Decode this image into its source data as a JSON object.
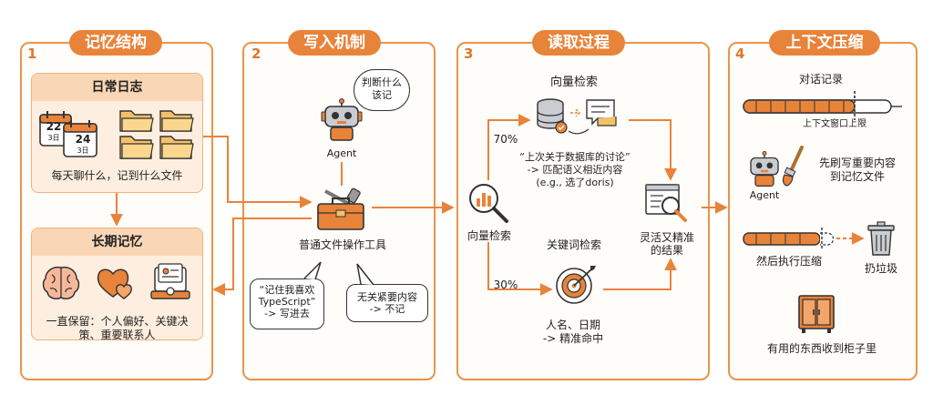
{
  "panels": [
    {
      "num": "1",
      "title": "记忆结构"
    },
    {
      "num": "2",
      "title": "写入机制"
    },
    {
      "num": "3",
      "title": "读取过程"
    },
    {
      "num": "4",
      "title": "上下文压缩"
    }
  ],
  "p1": {
    "daily_title": "日常日志",
    "cal1_day": "22",
    "cal1_month": "3日",
    "cal2_day": "24",
    "cal2_month": "3日",
    "daily_desc": "每天聊什么，记到什么文件",
    "long_title": "长期记忆",
    "long_desc_1": "一直保留：个人偏好、关键决",
    "long_desc_2": "策、重要联系人"
  },
  "p2": {
    "thought_1": "判断什么",
    "thought_2": "该记",
    "agent_label": "Agent",
    "tool_label": "普通文件操作工具",
    "bubble_left_1": "“记住我喜欢",
    "bubble_left_2": "TypeScript”",
    "bubble_left_3": "-> 写进去",
    "bubble_right_1": "无关紧要内容",
    "bubble_right_2": "-> 不记"
  },
  "p3": {
    "vector_title": "向量检索",
    "pct_top": "70%",
    "vector_desc_1": "“上次关于数据库的讨论”",
    "vector_desc_2": "-> 匹配语义相近内容",
    "vector_desc_3": "(e.g., 选了doris)",
    "search_label": "向量检索",
    "result_1": "灵活又精准",
    "result_2": "的结果",
    "keyword_title": "关键词检索",
    "pct_bottom": "30%",
    "keyword_desc_1": "人名、日期",
    "keyword_desc_2": "-> 精准命中"
  },
  "p4": {
    "history_label": "对话记录",
    "limit_label": "上下文窗口上限",
    "agent_label": "Agent",
    "write_1": "先刷写重要内容",
    "write_2": "到记忆文件",
    "compress_label": "然后执行压缩",
    "trash_label": "扔垃圾",
    "cabinet_label": "有用的东西收到柜子里"
  },
  "colors": {
    "accent": "#e8833a",
    "border": "#e8954a",
    "light": "#fdeee0"
  }
}
